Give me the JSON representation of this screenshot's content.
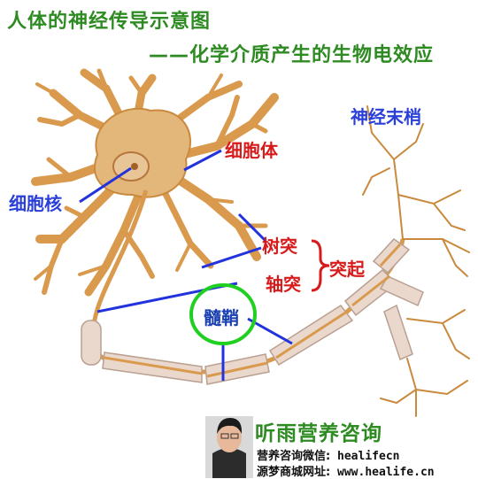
{
  "title": "人体的神经传导示意图",
  "subtitle": "——化学介质产生的生物电效应",
  "labels": {
    "cell_body": "细胞体",
    "nucleus": "细胞核",
    "dendrite": "树突",
    "axon": "轴突",
    "process": "突起",
    "myelin": "髓鞘",
    "nerve_ending": "神经末梢"
  },
  "brand": {
    "name": "听雨营养咨询",
    "wechat_label": "营养咨询微信:",
    "wechat_value": "healifecn",
    "site_label": "源梦商城网址:",
    "site_value": "www.healife.cn"
  },
  "colors": {
    "title": "#2e8b22",
    "red_label": "#d81a1a",
    "blue_label": "#2a3fd8",
    "pointer": "#2233dd",
    "neuron": "#d99a4e",
    "neuron_fill": "#f2d3a6",
    "myelin": "#e9d6c9",
    "circle": "#20d020"
  }
}
